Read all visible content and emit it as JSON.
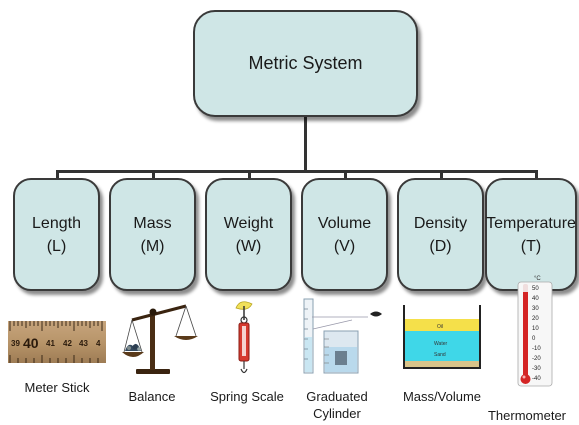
{
  "root": {
    "label": "Metric System"
  },
  "categories": [
    {
      "name": "Length",
      "symbol": "(L)",
      "tool": "Meter Stick"
    },
    {
      "name": "Mass",
      "symbol": "(M)",
      "tool": "Balance"
    },
    {
      "name": "Weight",
      "symbol": "(W)",
      "tool": "Spring Scale"
    },
    {
      "name": "Volume",
      "symbol": "(V)",
      "tool_line1": "Graduated",
      "tool_line2": "Cylinder"
    },
    {
      "name": "Density",
      "symbol": "(D)",
      "tool": "Mass/Volume"
    },
    {
      "name": "Temperature",
      "symbol": "(T)",
      "tool": "Thermometer"
    }
  ],
  "ruler_numbers": [
    "39",
    "40",
    "41",
    "42",
    "43",
    "4"
  ],
  "density_layers": [
    "Oil",
    "Water",
    "Sand"
  ],
  "thermometer_unit": "°C",
  "thermometer_scale": [
    "50",
    "40",
    "30",
    "20",
    "10",
    "0",
    "-10",
    "-20",
    "-30",
    "-40"
  ],
  "colors": {
    "box_fill": "#cfe6e6",
    "border": "#3a3a3a",
    "oil": "#f5e04a",
    "water": "#3fd7e8",
    "thermometer_red": "#d42424"
  }
}
